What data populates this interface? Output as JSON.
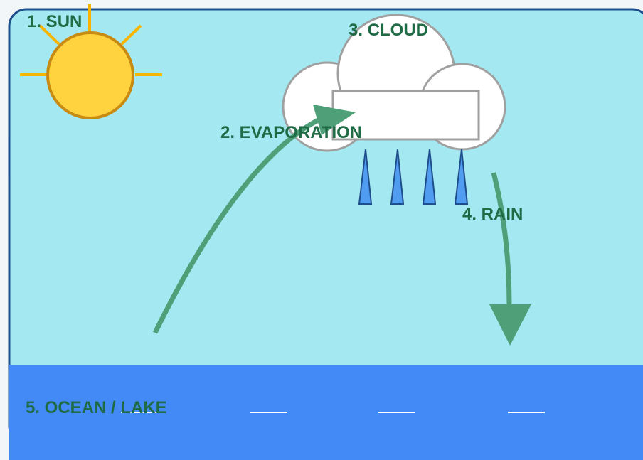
{
  "labels": {
    "sun": "1. SUN",
    "evaporation": "2. EVAPORATION",
    "cloud": "3. CLOUD",
    "rain": "4. RAIN",
    "water": "5. OCEAN / LAKE"
  },
  "icons": {
    "sun": "sun-icon",
    "cloud": "cloud-icon",
    "raindrop": "raindrop-icon",
    "evaporation_arrow": "arrow-up-icon",
    "rain_arrow": "arrow-down-icon",
    "wave": "wave-icon"
  },
  "colors": {
    "sky": "#a4e9f1",
    "sky_border": "#1f4e8c",
    "water": "#448af6",
    "sun_fill": "#ffd23f",
    "sun_stroke": "#c88a10",
    "sun_ray": "#f7b500",
    "cloud_fill": "#ffffff",
    "cloud_stroke": "#a0a0a0",
    "raindrop_fill": "#4f9cf0",
    "raindrop_stroke": "#1f4e8c",
    "arrow": "#4f9f78",
    "label": "#1f6b45",
    "wave": "#ffffff"
  }
}
